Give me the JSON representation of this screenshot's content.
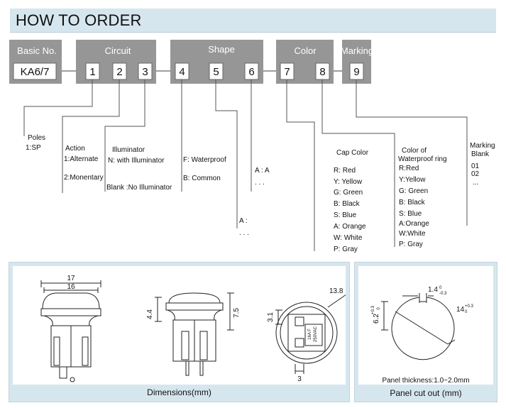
{
  "header": {
    "title": "HOW TO ORDER"
  },
  "order": {
    "groups": [
      {
        "label": "Basic No.",
        "codes": [
          "KA6/7"
        ]
      },
      {
        "label": "Circuit",
        "codes": [
          "1",
          "2",
          "3"
        ]
      },
      {
        "label": "Shape",
        "codes": [
          "4",
          "5",
          "6"
        ]
      },
      {
        "label": "Color",
        "codes": [
          "7",
          "8"
        ]
      },
      {
        "label": "Marking",
        "codes": [
          "9"
        ]
      }
    ],
    "poles": {
      "title": "Poles",
      "option": "1:SP"
    },
    "action": {
      "title": "Action",
      "option1": "1:Alternate",
      "option2": "2:Monentary"
    },
    "illuminator": {
      "title": "Illuminator",
      "option1": "N: with Illuminator",
      "option2": "Blank :No Illuminator"
    },
    "shape": {
      "option1": "F: Waterproof",
      "option2": "B: Common"
    },
    "shape_ext1": {
      "line1": "A : A",
      "line2": ". . ."
    },
    "shape_ext2": {
      "line1": "A :",
      "line2": ". . ."
    },
    "cap_color": {
      "title": "Cap Color",
      "options": [
        "R:  Red",
        "Y:  Yellow",
        "G:  Green",
        "B:  Black",
        "S:  Blue",
        "A:  Orange",
        "W:  White",
        "P:  Gray"
      ]
    },
    "ring_color": {
      "title1": "Color of",
      "title2": "Waterproof ring",
      "options": [
        "R:Red",
        "Y:Yellow",
        "G: Green",
        "B: Black",
        "S:  Blue",
        "A:Orange",
        "W:White",
        "P: Gray"
      ]
    },
    "marking": {
      "title1": "Marking",
      "title2": "Blank",
      "options": [
        "01",
        "02",
        "..."
      ]
    }
  },
  "dimensions": {
    "caption": "Dimensions(mm)",
    "labels": {
      "width_outer": "17",
      "width_inner": "16",
      "h1": "4.4",
      "h2": "7.5",
      "d": "3.1",
      "dia": "13.8",
      "w3": "3"
    },
    "body_text": [
      "16A F",
      "250VAC"
    ]
  },
  "panel_cut": {
    "caption": "Panel cut out  (mm)",
    "thickness": "Panel thickness:1.0~2.0mm",
    "labels": {
      "slot": "1.4",
      "slot_sup": "0",
      "slot_sub": "-0.3",
      "diameter": "14",
      "dia_sup": "+0.3",
      "dia_sub": "0",
      "flat": "6.2",
      "flat_sup": "+0.3",
      "flat_sub": "0"
    }
  }
}
